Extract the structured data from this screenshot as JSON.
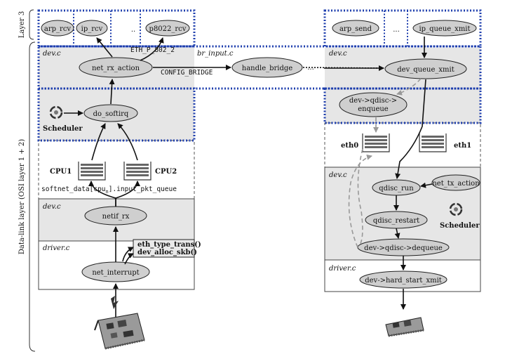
{
  "layers": {
    "layer3": "Layer 3",
    "datalink": "Data-link layer (OSI layer 1 + 2)"
  },
  "files": {
    "dev_c": "dev.c",
    "driver_c": "driver.c",
    "br_input_c": "br_input.c"
  },
  "labels": {
    "eth_p_802_2": "ETH_P_802_2",
    "config_bridge": "CONFIG_BRIDGE",
    "softnet_pre": "softnet_data[cpu",
    "softnet_sub": "n",
    "softnet_post": "].input_pkt_queue",
    "cpu1": "CPU1",
    "cpu2": "CPU2",
    "eth0": "eth0",
    "eth1": "eth1",
    "scheduler": "Scheduler",
    "ellipsis": "...",
    "dots": ".."
  },
  "nodes": {
    "arp_rcv": "arp_rcv",
    "ip_rcv": "ip_rcv",
    "p8022_rcv": "p8022_rcv",
    "arp_send": "arp_send",
    "ip_queue_xmit": "ip_queue_xmit",
    "net_rx_action": "net_rx_action",
    "handle_bridge": "handle_bridge",
    "dev_queue_xmit": "dev_queue_xmit",
    "do_softirq": "do_softirq",
    "qdisc_enqueue_1": "dev->qdisc->",
    "qdisc_enqueue_2": "enqueue",
    "netif_rx": "netif_rx",
    "eth_type_trans": "eth_type_trans()",
    "dev_alloc_skb": "dev_alloc_skb()",
    "net_interrupt": "net_interrupt",
    "qdisc_run": "qdisc_run",
    "net_tx_action": "net_tx_action",
    "qdisc_restart": "qdisc_restart",
    "qdisc_dequeue": "dev->qdisc->dequeue",
    "hard_start_xmit": "dev->hard_start_xmit"
  }
}
